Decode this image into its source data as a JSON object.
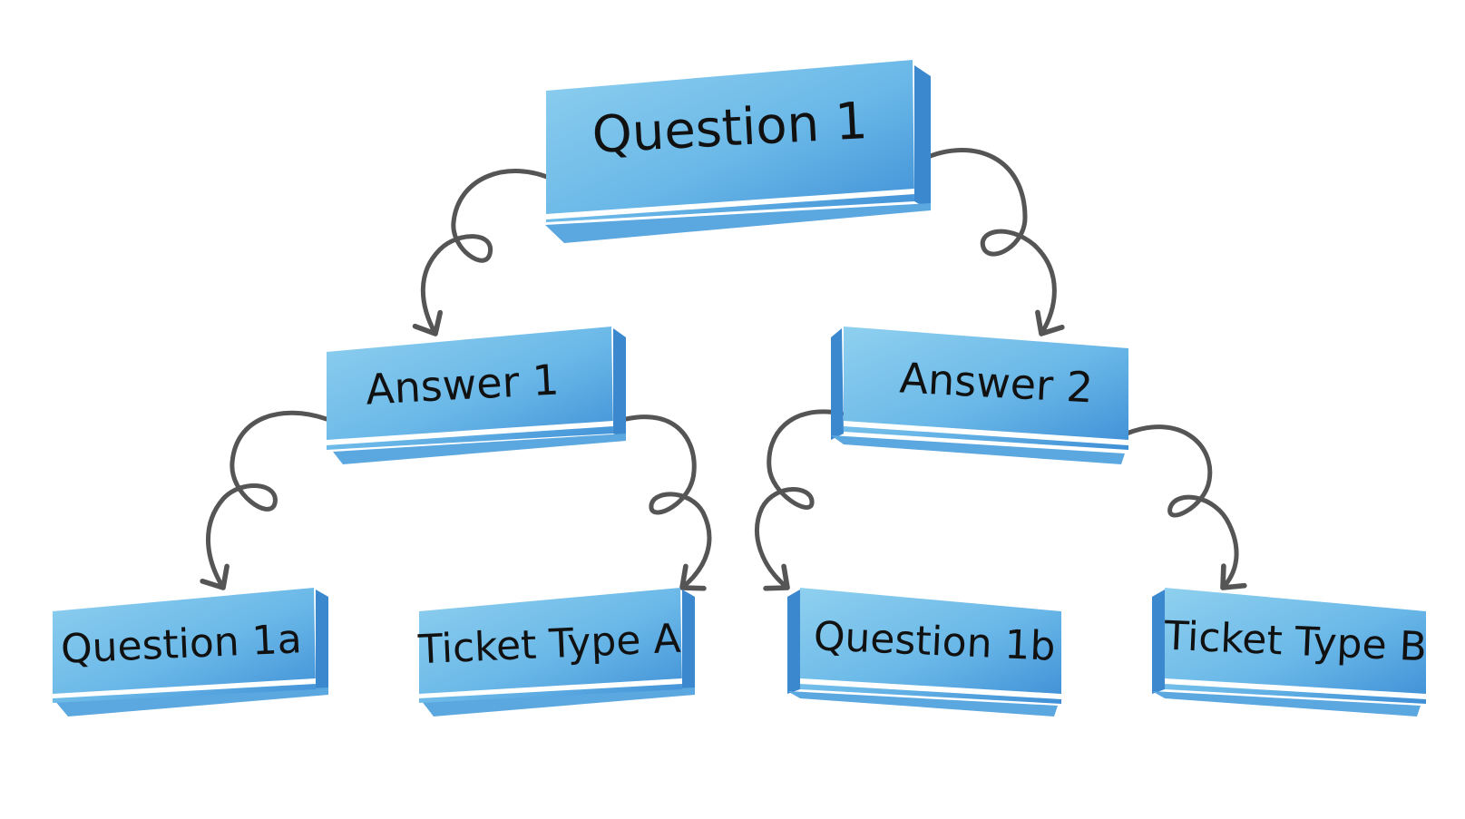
{
  "diagram": {
    "type": "decision-tree",
    "colors": {
      "box_fill_light": "#8fd0ef",
      "box_fill_dark": "#3f8fd6",
      "box_edge": "#ffffff",
      "box_side": "#3b88cf",
      "arrow": "#555555",
      "text": "#111111"
    },
    "nodes": {
      "question_1": "Question 1",
      "answer_1": "Answer 1",
      "answer_2": "Answer 2",
      "question_1a": "Question 1a",
      "ticket_type_a": "Ticket Type A",
      "question_1b": "Question 1b",
      "ticket_type_b": "Ticket Type B"
    },
    "edges": [
      {
        "from": "Question 1",
        "to": "Answer 1"
      },
      {
        "from": "Question 1",
        "to": "Answer 2"
      },
      {
        "from": "Answer 1",
        "to": "Question 1a"
      },
      {
        "from": "Answer 1",
        "to": "Ticket Type A"
      },
      {
        "from": "Answer 2",
        "to": "Question 1b"
      },
      {
        "from": "Answer 2",
        "to": "Ticket Type B"
      }
    ]
  }
}
